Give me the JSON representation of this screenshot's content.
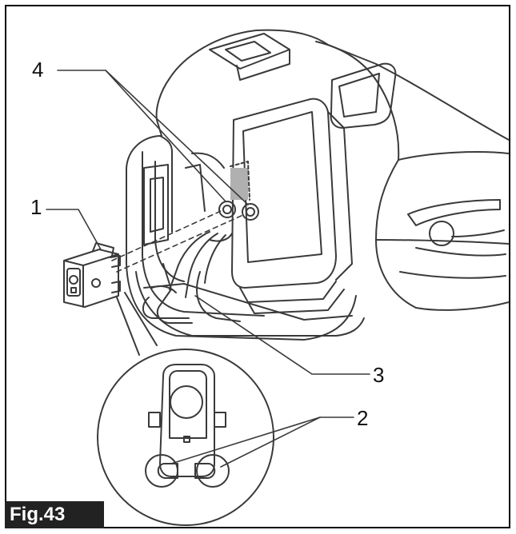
{
  "figure": {
    "label": "Fig.43",
    "callouts": [
      "1",
      "2",
      "3",
      "4"
    ]
  },
  "colors": {
    "line": "#3a3a3a",
    "shade": "#b0b0b0",
    "label_bg": "#222222"
  }
}
